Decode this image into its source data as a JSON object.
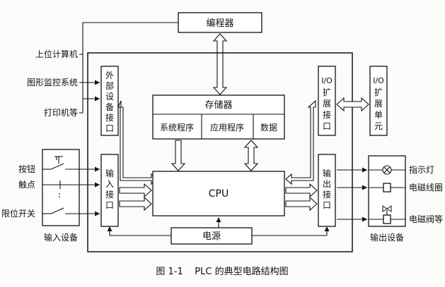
{
  "diagram": {
    "programmer": "编程器",
    "external": {
      "host": "上位计算机",
      "monitor": "图形监控系统",
      "printer": "打印机等"
    },
    "ext_interface": [
      "外",
      "部",
      "设",
      "备",
      "接",
      "口"
    ],
    "memory": {
      "title": "存储器",
      "system_program": "系统程序",
      "app_program": "应用程序",
      "data": "数据"
    },
    "io_ext_interface": [
      "I/O",
      "扩",
      "展",
      "接",
      "口"
    ],
    "io_ext_unit": [
      "I/O",
      "扩",
      "展",
      "单",
      "元"
    ],
    "inputs": {
      "button": "按钮",
      "contact": "触点",
      "limit_switch": "限位开关",
      "group_label": "输入设备"
    },
    "input_interface": [
      "输",
      "入",
      "接",
      "口"
    ],
    "cpu": "CPU",
    "output_interface": [
      "输",
      "出",
      "接",
      "口"
    ],
    "outputs": {
      "indicator": "指示灯",
      "coil": "电磁线圈",
      "valve": "电磁阀等",
      "group_label": "输出设备"
    },
    "power": "电源"
  },
  "caption": "图 1-1    PLC 的典型电路结构图"
}
